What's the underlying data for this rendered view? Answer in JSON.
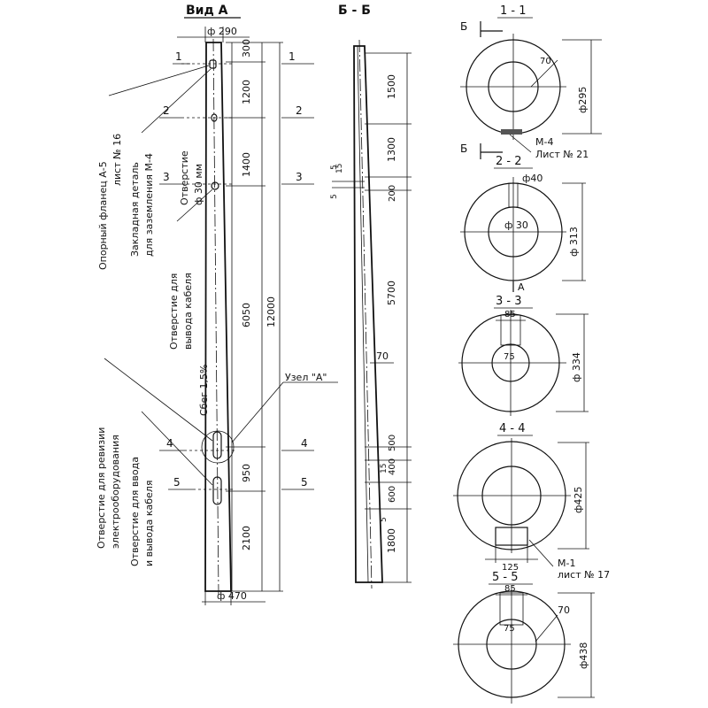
{
  "view_a": {
    "title": "Вид А",
    "dim_top_diameter": "ф 290",
    "dim_bottom_diameter": "ф 470",
    "dims_right": [
      "300",
      "1200",
      "1400",
      "6050",
      "950",
      "2100"
    ],
    "dim_total": "12000",
    "taper": "Сбег 1,5%",
    "node_label": "Узел \"А\"",
    "section_marks": [
      "1",
      "2",
      "3",
      "4",
      "5"
    ]
  },
  "callouts": {
    "flange_line1": "Опорный фланец А-5",
    "flange_line2": "лист № 16",
    "embedded_line1": "Закладная деталь",
    "embedded_line2": "для заземления М-4",
    "hole30_line1": "Отверстие",
    "hole30_line2": "ф 30 мм",
    "cable_line1": "Отверстие для",
    "cable_line2": "вывода кабеля",
    "revision_line1": "Отверстие для ревизии",
    "revision_line2": "электрооборудования",
    "inlet_line1": "Отверстие для ввода",
    "inlet_line2": "и вывода кабеля"
  },
  "view_bb": {
    "title": "Б - Б",
    "dims_right": [
      "1500",
      "1300",
      "200",
      "5700",
      "500",
      "400",
      "600",
      "1800"
    ],
    "dims_left": [
      "5",
      "15",
      "5",
      "15",
      "5"
    ],
    "wall_dim": "70"
  },
  "sections": [
    {
      "title": "1 - 1",
      "diameter": "ф295",
      "wall": "70",
      "inner": "",
      "slot": "",
      "label1": "М-4",
      "label2": "Лист № 21",
      "mark": "Б"
    },
    {
      "title": "2 - 2",
      "diameter": "ф 313",
      "wall": "",
      "inner": "ф 30",
      "slot": "ф40",
      "label1": "",
      "label2": "",
      "mark": "А"
    },
    {
      "title": "3 - 3",
      "diameter": "ф 334",
      "wall": "",
      "inner": "75",
      "slot": "85",
      "label1": "",
      "label2": "",
      "mark": ""
    },
    {
      "title": "4 - 4",
      "diameter": "ф425",
      "wall": "",
      "inner": "",
      "slot": "125",
      "label1": "М-1",
      "label2": "лист № 17",
      "mark": ""
    },
    {
      "title": "5 - 5",
      "diameter": "ф438",
      "wall": "70",
      "inner": "75",
      "slot": "85",
      "label1": "",
      "label2": "",
      "mark": ""
    }
  ],
  "section_marker_b": "Б"
}
